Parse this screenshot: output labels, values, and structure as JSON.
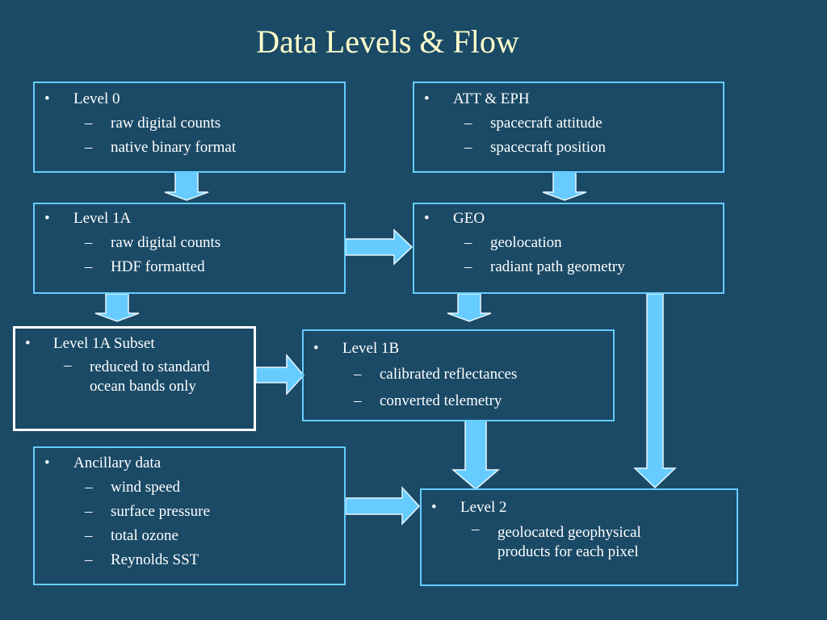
{
  "title": "Data Levels & Flow",
  "bullet_glyph": "•",
  "dash_glyph": "–",
  "boxes": {
    "level0": {
      "heading": "Level 0",
      "items": [
        "raw digital counts",
        "native binary format"
      ]
    },
    "att_eph": {
      "heading": "ATT & EPH",
      "items": [
        "spacecraft attitude",
        "spacecraft position"
      ]
    },
    "level1a": {
      "heading": "Level 1A",
      "items": [
        "raw digital counts",
        "HDF formatted"
      ]
    },
    "geo": {
      "heading": "GEO",
      "items": [
        "geolocation",
        "radiant path geometry"
      ]
    },
    "level1a_subset": {
      "heading": "Level 1A Subset",
      "items": [
        "reduced to standard ocean bands only"
      ]
    },
    "level1b": {
      "heading": "Level 1B",
      "items": [
        "calibrated reflectances",
        "converted telemetry"
      ]
    },
    "ancillary": {
      "heading": "Ancillary data",
      "items": [
        "wind speed",
        "surface pressure",
        "total ozone",
        "Reynolds SST"
      ]
    },
    "level2": {
      "heading": "Level 2",
      "items": [
        "geolocated geophysical products for each pixel"
      ]
    }
  },
  "colors": {
    "background": "#1a4a66",
    "border": "#66ccff",
    "arrow": "#66ccff",
    "title": "#ffffcc"
  }
}
